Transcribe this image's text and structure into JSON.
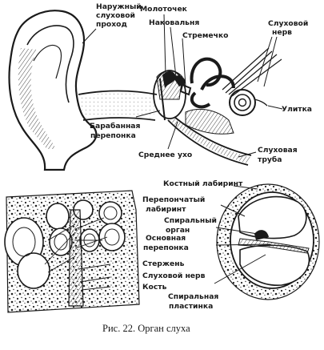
{
  "figure": {
    "caption": "Рис. 22. Орган слуха",
    "top_labels": {
      "outer_canal": [
        "Наружный",
        "слуховой",
        "проход"
      ],
      "malleus": "Молоточек",
      "incus": "Наковальня",
      "stapes": "Стремечко",
      "auditory_nerve": [
        "Слуховой",
        "нерв"
      ],
      "cochlea": "Улитка",
      "eardrum": [
        "Барабанная",
        "перепонка"
      ],
      "middle_ear": "Среднее ухо",
      "eustachian_tube": [
        "Слуховая",
        "труба"
      ]
    },
    "bottom_labels": {
      "bony_labyrinth": "Костный лабиринт",
      "membranous_labyrinth": [
        "Перепончатый",
        "лабиринт"
      ],
      "spiral_organ": [
        "Спиральный",
        "орган"
      ],
      "basilar_membrane": [
        "Основная",
        "перепонка"
      ],
      "modiolus": "Стержень",
      "cochlear_nerve": "Слуховой нерв",
      "bone": "Кость",
      "spiral_lamina": [
        "Спиральная",
        "пластинка"
      ]
    }
  }
}
